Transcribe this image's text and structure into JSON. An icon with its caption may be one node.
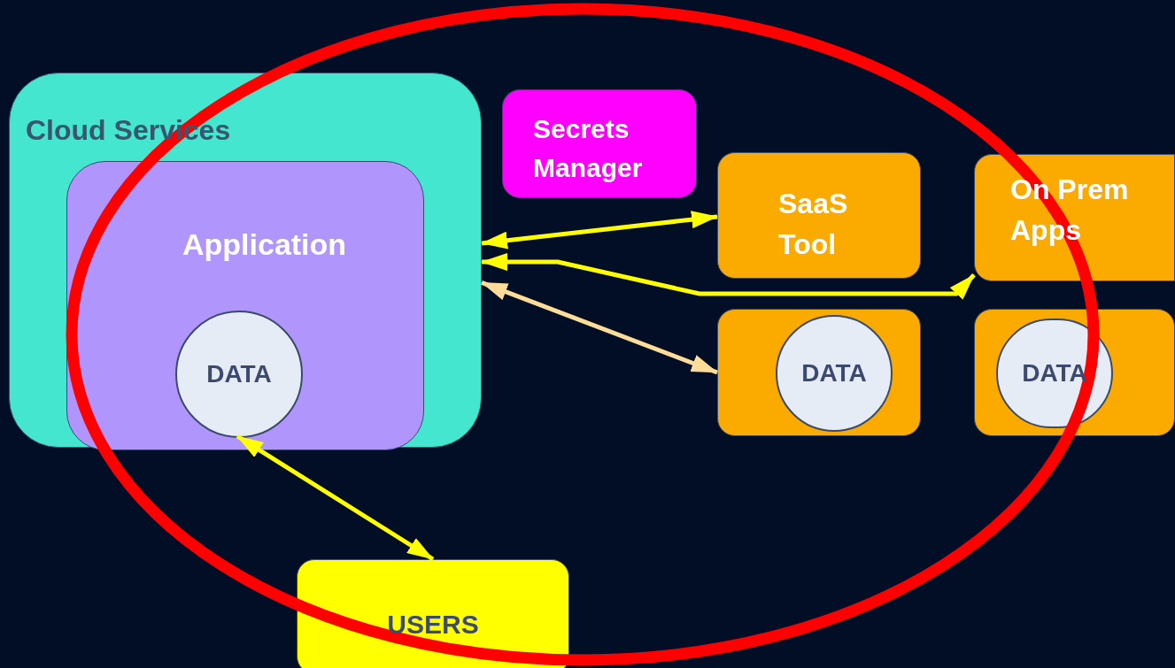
{
  "diagram": {
    "nodes": [
      {
        "text": [
          "Cloud Services"
        ]
      },
      {
        "text": [
          "Application"
        ],
        "in": 0
      },
      {
        "text": [
          "DATA"
        ],
        "in": 1
      },
      {
        "text": [
          "Secrets Manager"
        ]
      },
      {
        "text": [
          "SaaS Tool"
        ]
      },
      {
        "text": [
          "On Prem Apps"
        ]
      },
      {
        "text": [],
        "shape": "box"
      },
      {
        "text": [
          "DATA"
        ],
        "in": 6
      },
      {
        "text": [],
        "shape": "box"
      },
      {
        "text": [
          "DATA"
        ],
        "in": 8
      },
      {
        "text": [
          "USERS"
        ]
      }
    ],
    "edges": [
      {
        "from": 0,
        "to": 4,
        "arrow": "both"
      },
      {
        "from": 0,
        "to": 5,
        "arrow": "both"
      },
      {
        "from": 0,
        "to": 6,
        "arrow": "both",
        "color": "#ffdd99"
      },
      {
        "from": 2,
        "to": 10,
        "arrow": "both"
      }
    ]
  }
}
